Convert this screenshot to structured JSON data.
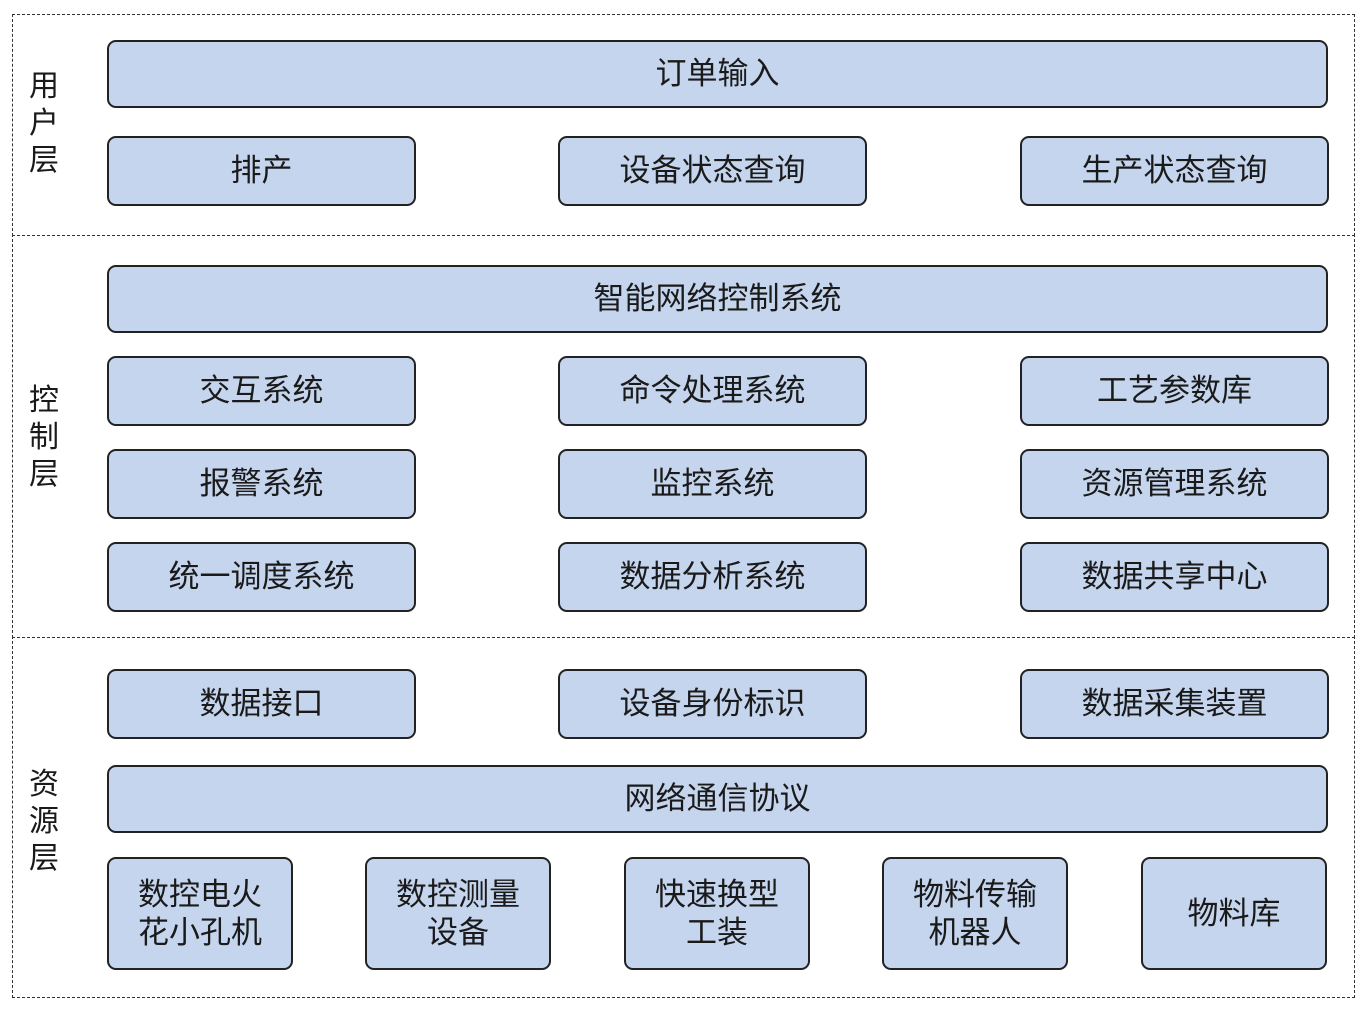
{
  "layers": {
    "user": {
      "label": "用户层",
      "order_input": "订单输入",
      "row": [
        "排产",
        "设备状态查询",
        "生产状态查询"
      ]
    },
    "control": {
      "label": "控制层",
      "main": "智能网络控制系统",
      "row1": [
        "交互系统",
        "命令处理系统",
        "工艺参数库"
      ],
      "row2": [
        "报警系统",
        "监控系统",
        "资源管理系统"
      ],
      "row3": [
        "统一调度系统",
        "数据分析系统",
        "数据共享中心"
      ]
    },
    "resource": {
      "label": "资源层",
      "row1": [
        "数据接口",
        "设备身份标识",
        "数据采集装置"
      ],
      "protocol": "网络通信协议",
      "devices": [
        "数控电火花小孔机",
        "数控测量设备",
        "快速换型工装",
        "物料传输机器人",
        "物料库"
      ]
    }
  },
  "colors": {
    "box_fill": "#c5d5ee",
    "border": "#222222"
  }
}
